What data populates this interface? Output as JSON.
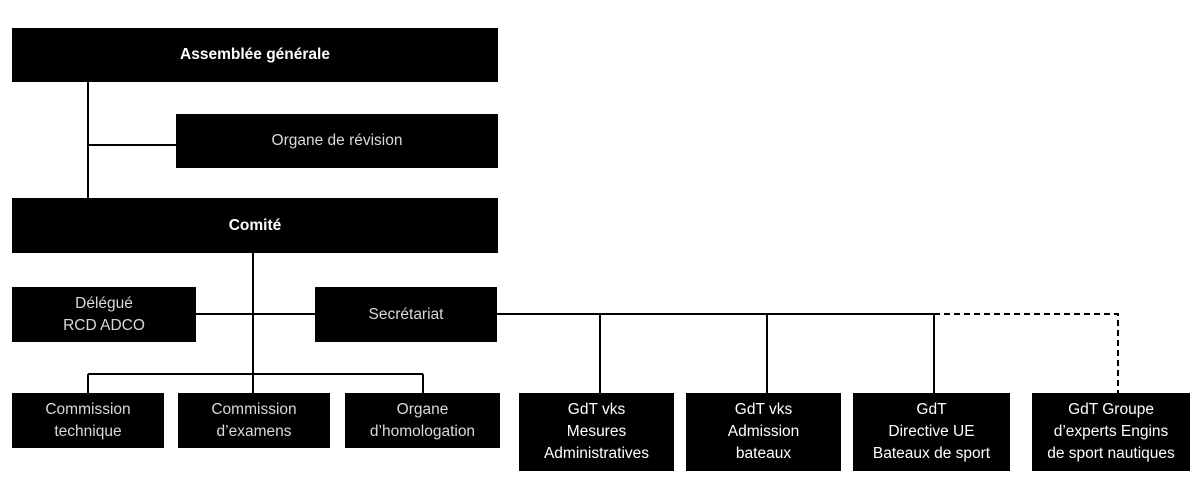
{
  "org": {
    "general_assembly": "Assemblée générale",
    "audit_body": "Organe de révision",
    "committee": "Comité",
    "delegate": [
      "Délégué",
      "RCD ADCO"
    ],
    "secretariat": "Secrétariat",
    "technical_commission": [
      "Commission",
      "technique"
    ],
    "exam_commission": [
      "Commission",
      "d’examens"
    ],
    "homologation_body": [
      "Organe",
      "d’homologation"
    ],
    "wg_admin_measures": [
      "GdT vks",
      "Mesures",
      "Administratives"
    ],
    "wg_boat_admission": [
      "GdT vks",
      "Admission",
      "bateaux"
    ],
    "wg_eu_directive": [
      "GdT",
      "Directive UE",
      "Bateaux de sport"
    ],
    "wg_expert_group": [
      "GdT Groupe",
      "d’experts Engins",
      "de sport nautiques"
    ]
  },
  "colors": {
    "box": "#000000",
    "text": "#ffffff",
    "line": "#000000"
  }
}
